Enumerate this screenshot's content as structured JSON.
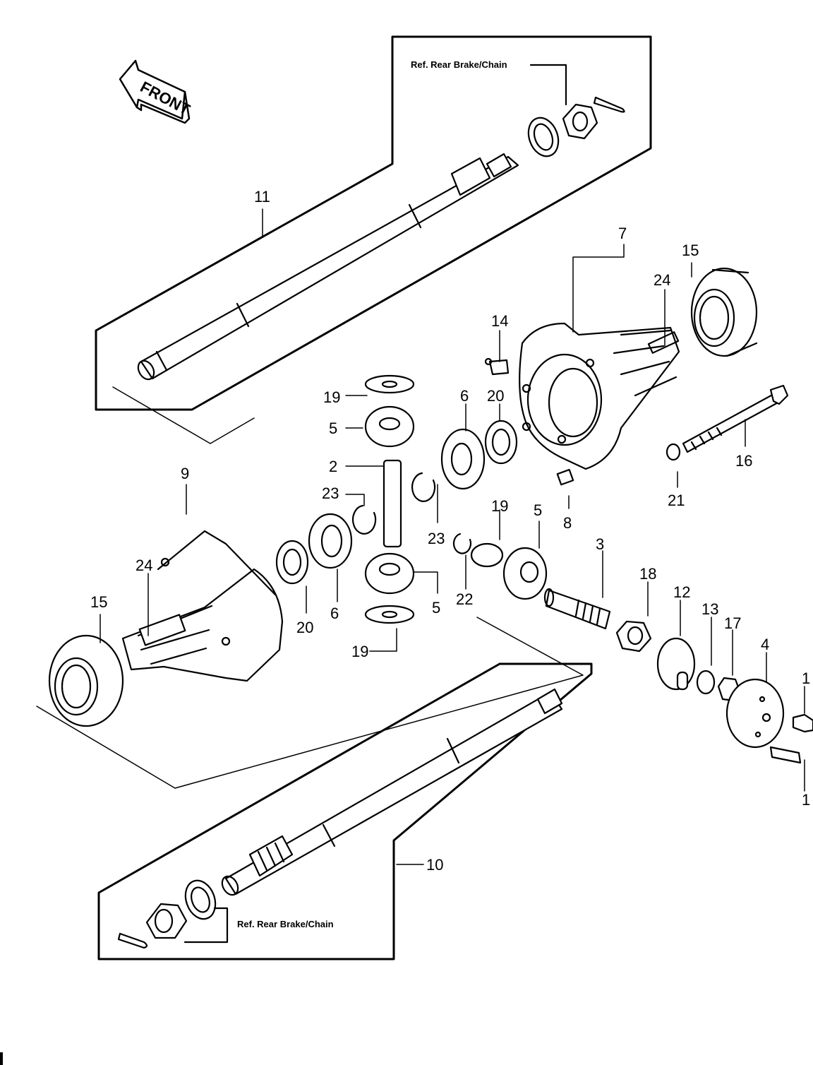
{
  "front_label": "FRONT",
  "references": {
    "top": "Ref. Rear Brake/Chain",
    "bottom": "Ref. Rear Brake/Chain"
  },
  "parts": {
    "p1a": "1",
    "p1b": "1",
    "p2": "2",
    "p3": "3",
    "p4": "4",
    "p5a": "5",
    "p5b": "5",
    "p5c": "5",
    "p6a": "6",
    "p6b": "6",
    "p7": "7",
    "p8": "8",
    "p9": "9",
    "p10": "10",
    "p11": "11",
    "p12": "12",
    "p13": "13",
    "p14": "14",
    "p15a": "15",
    "p15b": "15",
    "p16": "16",
    "p17": "17",
    "p18": "18",
    "p19a": "19",
    "p19b": "19",
    "p19c": "19",
    "p20a": "20",
    "p20b": "20",
    "p21": "21",
    "p22": "22",
    "p23a": "23",
    "p23b": "23",
    "p24a": "24",
    "p24b": "24"
  }
}
